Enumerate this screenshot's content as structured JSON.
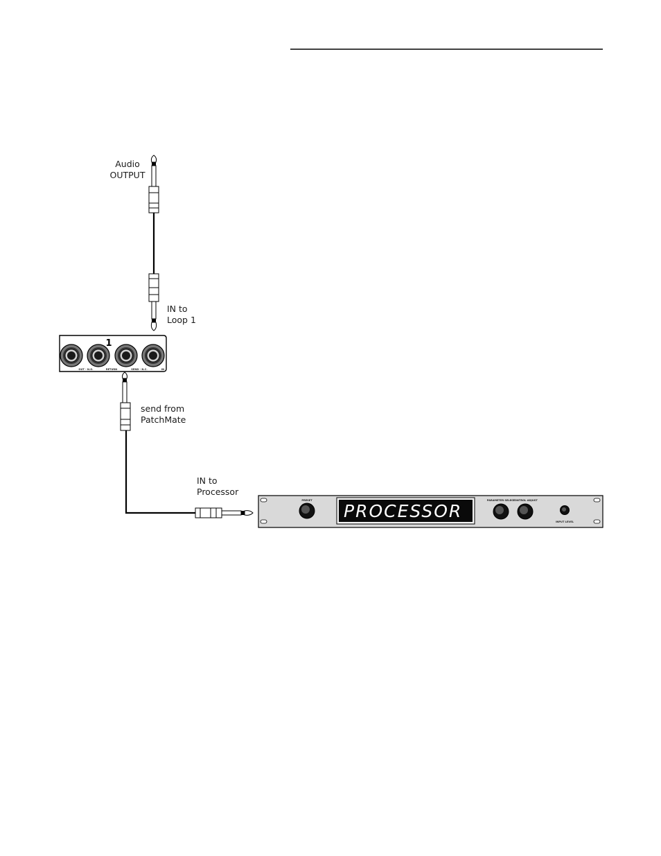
{
  "labels": {
    "audio_output_line1": "Audio",
    "audio_output_line2": "OUTPUT",
    "in_loop1_line1": "IN to",
    "in_loop1_line2": "Loop 1",
    "send_line1": "send from",
    "send_line2": "PatchMate",
    "in_proc_line1": "IN to",
    "in_proc_line2": "Processor"
  },
  "loop_panel": {
    "number": "1",
    "jack_labels": [
      "OUT - N.O.",
      "RETURN",
      "SEND - N.C.",
      "IN"
    ]
  },
  "processor": {
    "display": "PROCESSOR",
    "knob_labels": [
      "PRESET",
      "PARAMETER SELECT",
      "CONTROL ADJUST",
      "INPUT LEVEL"
    ]
  }
}
